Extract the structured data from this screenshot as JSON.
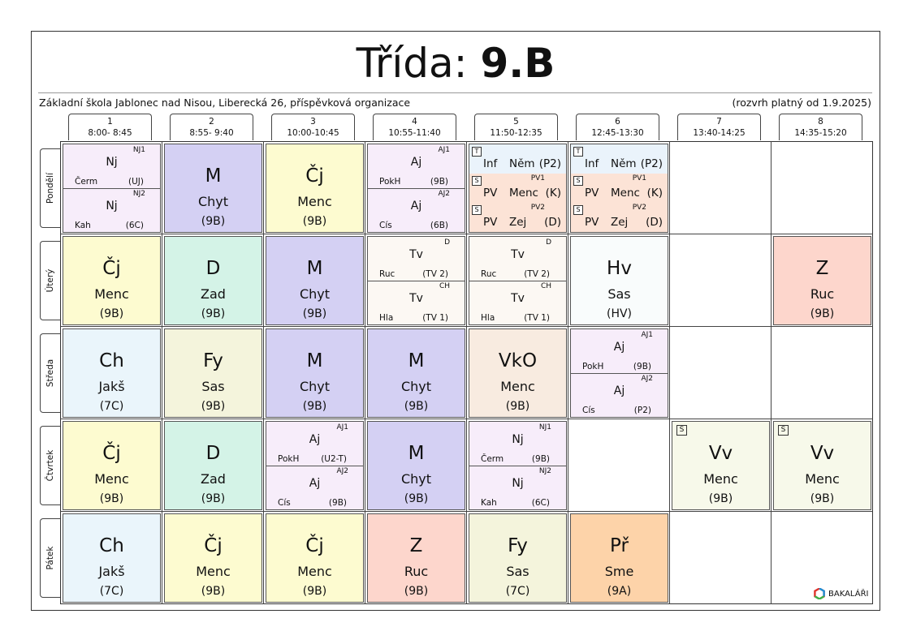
{
  "title_prefix": "Třída:",
  "title_class": "9.B",
  "school": "Základní škola Jablonec nad Nisou, Liberecká 26, příspěvková organizace",
  "valid_from": "(rozvrh platný od 1.9.2025)",
  "logo_text": "BAKALÁŘI",
  "hours": [
    {
      "num": "1",
      "time": "8:00- 8:45"
    },
    {
      "num": "2",
      "time": "8:55- 9:40"
    },
    {
      "num": "3",
      "time": "10:00-10:45"
    },
    {
      "num": "4",
      "time": "10:55-11:40"
    },
    {
      "num": "5",
      "time": "11:50-12:35"
    },
    {
      "num": "6",
      "time": "12:45-13:30"
    },
    {
      "num": "7",
      "time": "13:40-14:25"
    },
    {
      "num": "8",
      "time": "14:35-15:20"
    }
  ],
  "days": [
    "Pondělí",
    "Úterý",
    "Středa",
    "Čtvrtek",
    "Pátek"
  ],
  "colors": {
    "M": "#d4d0f3",
    "Čj": "#fdfbd0",
    "D": "#d4f3e7",
    "Ch": "#eaf5fb",
    "Fy": "#f4f4dc",
    "Z": "#fdd6cc",
    "VkO": "#f8ebe0",
    "Hv": "#f9fcfc",
    "Vv": "#f7f9ea",
    "Př": "#fdd3a9",
    "Aj": "#f7edfa",
    "Nj": "#f7edfa",
    "Tv": "#fcf8f3",
    "InfT": "#eaf3fb",
    "PV": "#fce3d6"
  },
  "schedule": [
    [
      {
        "type": "split",
        "color": "Nj",
        "subs": [
          {
            "subj": "Nj",
            "teach": "Čerm",
            "room": "(UJ)",
            "group": "NJ1"
          },
          {
            "subj": "Nj",
            "teach": "Kah",
            "room": "(6C)",
            "group": "NJ2"
          }
        ]
      },
      {
        "type": "single",
        "subj": "M",
        "teach": "Chyt",
        "room": "(9B)"
      },
      {
        "type": "single",
        "subj": "Čj",
        "teach": "Menc",
        "room": "(9B)"
      },
      {
        "type": "split",
        "color": "Aj",
        "subs": [
          {
            "subj": "Aj",
            "teach": "PokH",
            "room": "(9B)",
            "group": "AJ1"
          },
          {
            "subj": "Aj",
            "teach": "Cís",
            "room": "(6B)",
            "group": "AJ2"
          }
        ]
      },
      {
        "type": "dense",
        "rows": [
          {
            "tag": "T",
            "left": "Inf",
            "mid": "Něm",
            "right": "(P2)",
            "group": "",
            "color": "InfT"
          },
          {
            "tag": "S",
            "left": "PV",
            "mid": "Menc",
            "right": "(K)",
            "group": "PV1",
            "color": "PV"
          },
          {
            "tag": "S",
            "left": "PV",
            "mid": "Zej",
            "right": "(D)",
            "group": "PV2",
            "color": "PV"
          }
        ]
      },
      {
        "type": "dense",
        "rows": [
          {
            "tag": "T",
            "left": "Inf",
            "mid": "Něm",
            "right": "(P2)",
            "group": "",
            "color": "InfT"
          },
          {
            "tag": "S",
            "left": "PV",
            "mid": "Menc",
            "right": "(K)",
            "group": "PV1",
            "color": "PV"
          },
          {
            "tag": "S",
            "left": "PV",
            "mid": "Zej",
            "right": "(D)",
            "group": "PV2",
            "color": "PV"
          }
        ]
      },
      null,
      null
    ],
    [
      {
        "type": "single",
        "subj": "Čj",
        "teach": "Menc",
        "room": "(9B)"
      },
      {
        "type": "single",
        "subj": "D",
        "teach": "Zad",
        "room": "(9B)"
      },
      {
        "type": "single",
        "subj": "M",
        "teach": "Chyt",
        "room": "(9B)"
      },
      {
        "type": "split",
        "color": "Tv",
        "subs": [
          {
            "subj": "Tv",
            "teach": "Ruc",
            "room": "(TV 2)",
            "group": "D"
          },
          {
            "subj": "Tv",
            "teach": "Hla",
            "room": "(TV 1)",
            "group": "CH"
          }
        ]
      },
      {
        "type": "split",
        "color": "Tv",
        "subs": [
          {
            "subj": "Tv",
            "teach": "Ruc",
            "room": "(TV 2)",
            "group": "D"
          },
          {
            "subj": "Tv",
            "teach": "Hla",
            "room": "(TV 1)",
            "group": "CH"
          }
        ]
      },
      {
        "type": "single",
        "subj": "Hv",
        "teach": "Sas",
        "room": "(HV)"
      },
      null,
      {
        "type": "single",
        "subj": "Z",
        "teach": "Ruc",
        "room": "(9B)"
      }
    ],
    [
      {
        "type": "single",
        "subj": "Ch",
        "teach": "Jakš",
        "room": "(7C)"
      },
      {
        "type": "single",
        "subj": "Fy",
        "teach": "Sas",
        "room": "(9B)"
      },
      {
        "type": "single",
        "subj": "M",
        "teach": "Chyt",
        "room": "(9B)"
      },
      {
        "type": "single",
        "subj": "M",
        "teach": "Chyt",
        "room": "(9B)"
      },
      {
        "type": "single",
        "subj": "VkO",
        "teach": "Menc",
        "room": "(9B)"
      },
      {
        "type": "split",
        "color": "Aj",
        "subs": [
          {
            "subj": "Aj",
            "teach": "PokH",
            "room": "(9B)",
            "group": "AJ1"
          },
          {
            "subj": "Aj",
            "teach": "Cís",
            "room": "(P2)",
            "group": "AJ2"
          }
        ]
      },
      null,
      null
    ],
    [
      {
        "type": "single",
        "subj": "Čj",
        "teach": "Menc",
        "room": "(9B)"
      },
      {
        "type": "single",
        "subj": "D",
        "teach": "Zad",
        "room": "(9B)"
      },
      {
        "type": "split",
        "color": "Aj",
        "subs": [
          {
            "subj": "Aj",
            "teach": "PokH",
            "room": "(U2-T)",
            "group": "AJ1"
          },
          {
            "subj": "Aj",
            "teach": "Cís",
            "room": "(9B)",
            "group": "AJ2"
          }
        ]
      },
      {
        "type": "single",
        "subj": "M",
        "teach": "Chyt",
        "room": "(9B)"
      },
      {
        "type": "split",
        "color": "Nj",
        "subs": [
          {
            "subj": "Nj",
            "teach": "Čerm",
            "room": "(9B)",
            "group": "NJ1"
          },
          {
            "subj": "Nj",
            "teach": "Kah",
            "room": "(6C)",
            "group": "NJ2"
          }
        ]
      },
      null,
      {
        "type": "single",
        "subj": "Vv",
        "teach": "Menc",
        "room": "(9B)",
        "tag": "S"
      },
      {
        "type": "single",
        "subj": "Vv",
        "teach": "Menc",
        "room": "(9B)",
        "tag": "S"
      }
    ],
    [
      {
        "type": "single",
        "subj": "Ch",
        "teach": "Jakš",
        "room": "(7C)"
      },
      {
        "type": "single",
        "subj": "Čj",
        "teach": "Menc",
        "room": "(9B)"
      },
      {
        "type": "single",
        "subj": "Čj",
        "teach": "Menc",
        "room": "(9B)"
      },
      {
        "type": "single",
        "subj": "Z",
        "teach": "Ruc",
        "room": "(9B)"
      },
      {
        "type": "single",
        "subj": "Fy",
        "teach": "Sas",
        "room": "(7C)"
      },
      {
        "type": "single",
        "subj": "Př",
        "teach": "Sme",
        "room": "(9A)"
      },
      null,
      null
    ]
  ]
}
